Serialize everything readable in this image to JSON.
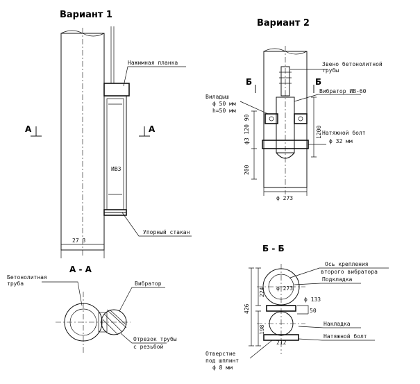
{
  "variant1": {
    "title": "Вариант 1",
    "labels": {
      "pressure_plate": "Нажимная планка",
      "vibrator_tag": "ИВ3",
      "stop_cup": "Упорный стакан",
      "section_marker": "А",
      "pipe_diameter": "27 3"
    }
  },
  "section_aa": {
    "title": "А - А",
    "labels": {
      "concrete_pipe_line1": "Бетонолитная",
      "concrete_pipe_line2": "труба",
      "vibrator": "Вибратор",
      "pipe_piece_line1": "Отрезок трубы",
      "pipe_piece_line2": "с резьбой"
    }
  },
  "variant2": {
    "title": "Вариант 2",
    "labels": {
      "link_line1": "Звено бетонолитной",
      "link_line2": "трубы",
      "vibrator": "Вибратор ИВ-60",
      "fork_line1": "Виладыш",
      "fork_line2": "ϕ 50 мм",
      "fork_line3": "h=50 мм",
      "tension_bolt_line1": "Натяжной болт",
      "tension_bolt_line2": "ϕ 32 мм",
      "section_marker": "Б",
      "dim_200": "200",
      "dim_150": "ϕ3 120 90",
      "dim_1200": "1200",
      "dim_bottom": "ϕ 273"
    }
  },
  "section_bb": {
    "title": "Б - Б",
    "labels": {
      "axis_line1": "Ось крепления",
      "axis_line2": "второго вибратора",
      "pad": "Подкладка",
      "dim_133": "ϕ 133",
      "dim_50": "50",
      "lining": "Накладка",
      "tension_bolt": "Натяжной болт",
      "hole_line1": "Отверстие",
      "hole_line2": "под шплинт",
      "hole_line3": "ϕ 8 мм",
      "dim_426": "426",
      "dim_198": "198",
      "dim_224": "224",
      "dim_273": "ϕ 273",
      "dim_bottom": "212"
    }
  }
}
